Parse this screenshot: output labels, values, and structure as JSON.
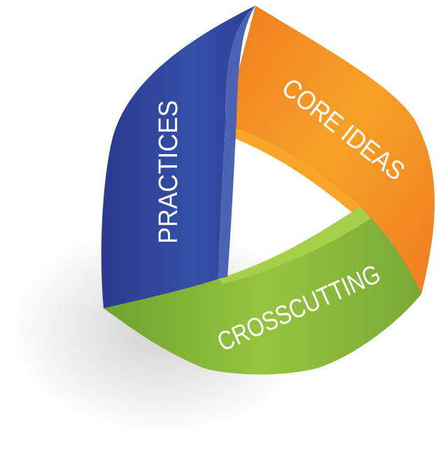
{
  "segments": {
    "practices": {
      "label": "PRACTICES",
      "color": "#2e3d97"
    },
    "core_ideas": {
      "label": "CORE IDEAS",
      "color": "#f18a21"
    },
    "crosscutting": {
      "label": "CROSSCUTTING",
      "color": "#8dbb3b"
    }
  }
}
